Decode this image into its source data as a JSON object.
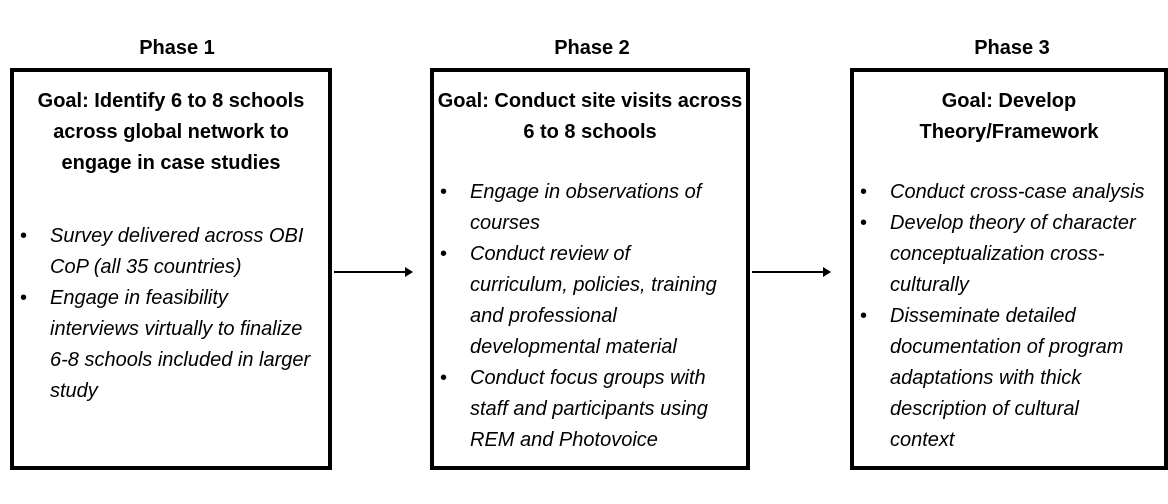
{
  "phases": [
    {
      "title": "Phase 1",
      "goal_lines": [
        "Goal: Identify 6 to 8 schools",
        "across global network to",
        "engage in case studies"
      ],
      "bullets": [
        [
          "Survey delivered across OBI",
          "CoP (all 35 countries)"
        ],
        [
          "Engage in feasibility",
          "interviews virtually to finalize",
          "6-8 schools included in larger",
          "study"
        ]
      ]
    },
    {
      "title": "Phase 2",
      "goal_lines": [
        "Goal: Conduct site visits across",
        "6 to 8 schools"
      ],
      "bullets": [
        [
          "Engage in observations of",
          "courses"
        ],
        [
          "Conduct review of",
          "curriculum, policies, training",
          "and professional",
          "developmental material"
        ],
        [
          "Conduct focus groups with",
          "staff and participants using",
          "REM and Photovoice"
        ]
      ]
    },
    {
      "title": "Phase 3",
      "goal_lines": [
        "Goal: Develop",
        "Theory/Framework"
      ],
      "bullets": [
        [
          "Conduct cross-case analysis"
        ],
        [
          "Develop theory of character",
          "conceptualization cross-",
          "culturally"
        ],
        [
          "Disseminate detailed",
          "documentation of program",
          "adaptations with thick",
          "description of cultural",
          "context"
        ]
      ]
    }
  ]
}
